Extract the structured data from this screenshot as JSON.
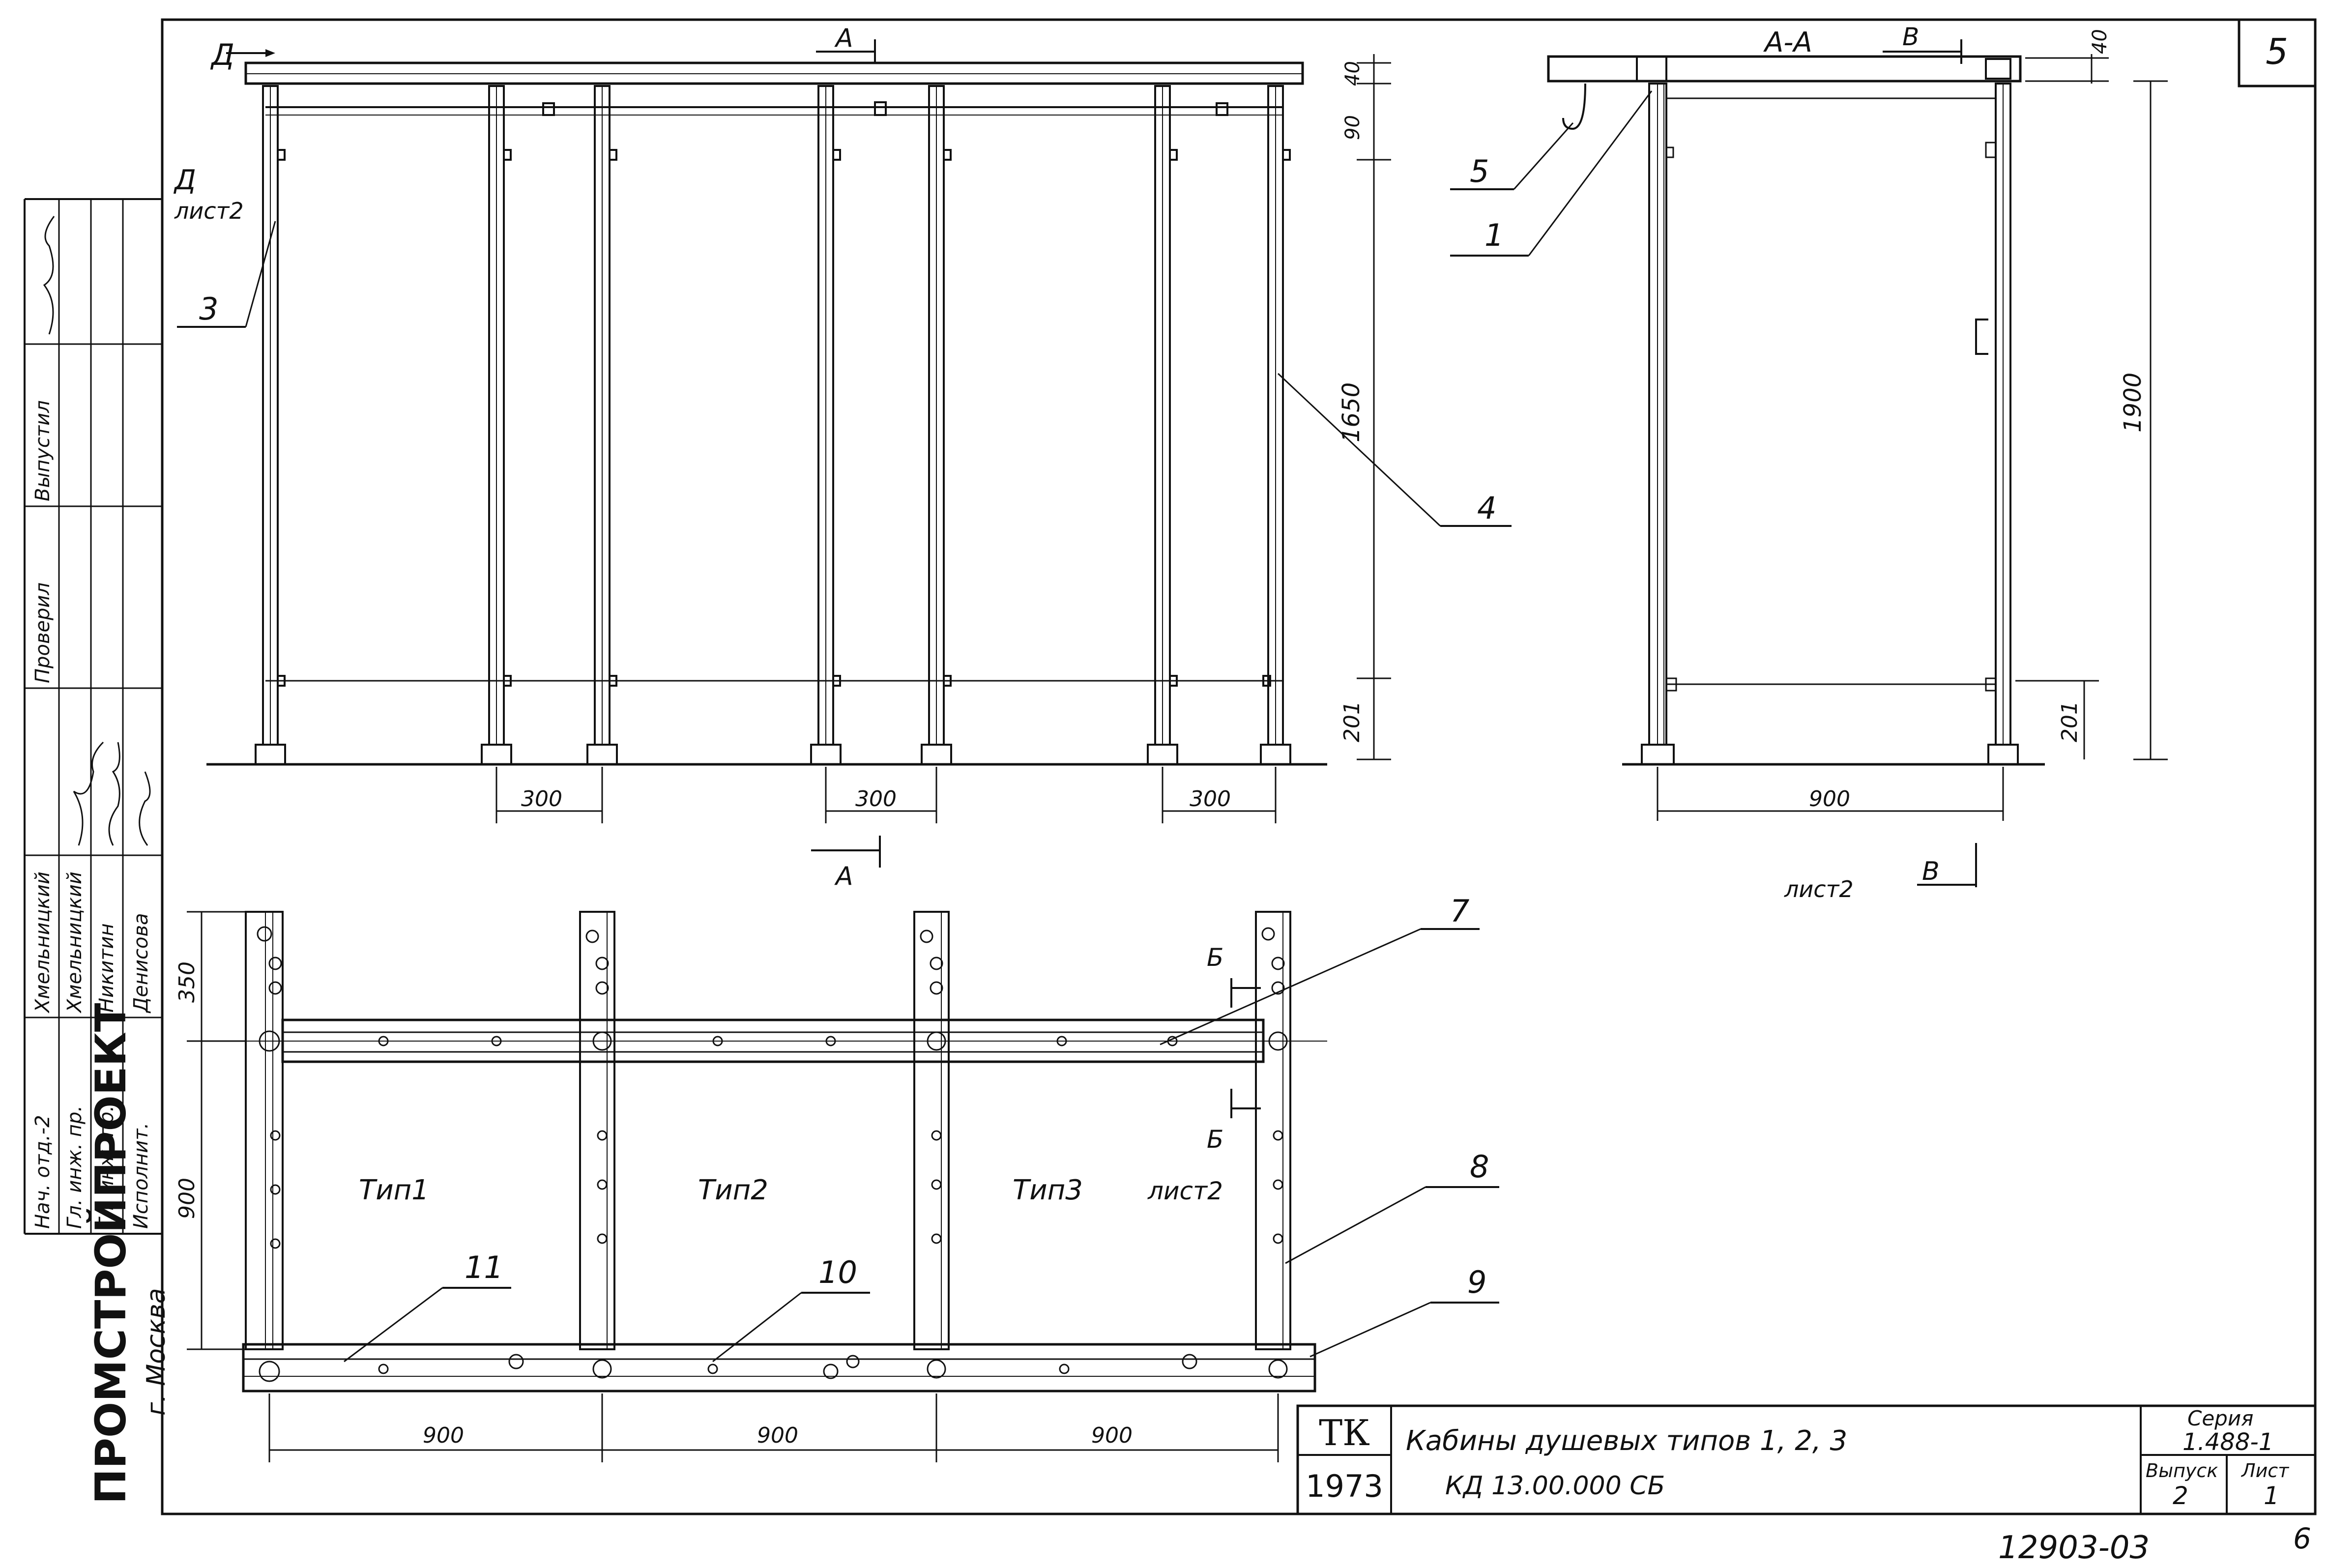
{
  "sheet_number": "5",
  "section_label": "А-А",
  "callouts": {
    "c1": "1",
    "c3": "3",
    "c4": "4",
    "c5": "5",
    "c7": "7",
    "c8": "8",
    "c9": "9",
    "c10": "10",
    "c11": "11"
  },
  "section_marks": {
    "d_left": "Д",
    "d_sheet": "лист2",
    "a_top": "А",
    "a_bottom": "А",
    "b_top": "Б",
    "b_bottom": "Б",
    "v_top": "В",
    "v_sheet": "лист2",
    "v_bottom": "В",
    "type3_sheet": "лист2"
  },
  "dimensions": {
    "d40_front": "40",
    "d90": "90",
    "d1650": "1650",
    "d201_front": "201",
    "d300_1": "300",
    "d300_2": "300",
    "d300_3": "300",
    "d40_side": "40",
    "d1900": "1900",
    "d201_side": "201",
    "d900_side": "900",
    "d350": "350",
    "d900_plan": "900",
    "d900_b1": "900",
    "d900_b2": "900",
    "d900_b3": "900"
  },
  "types": [
    "Тип1",
    "Тип2",
    "Тип3"
  ],
  "title_block": {
    "org_code": "ТК",
    "year": "1973",
    "title": "Кабины душевых типов 1, 2, 3",
    "designation": "КД 13.00.000 СБ",
    "series_label": "Серия",
    "series_value": "1.488-1",
    "issue_label": "Выпуск",
    "issue_value": "2",
    "sheet_label": "Лист",
    "sheet_value": "1"
  },
  "side_stamp": {
    "organization": "ПРОМСТРОЙПРОЕКТ",
    "city": "г. Москва",
    "roles": [
      "Нач. отд.-2",
      "Гл. инж. пр.",
      "Гл. инж. пр.",
      "Исполнит."
    ],
    "names": [
      "Хмельницкий",
      "Хмельницкий",
      "Никитин",
      "Денисова"
    ],
    "extra_roles": [
      "Проверил",
      "Выпустил"
    ]
  },
  "footer": {
    "archive_no": "12903-03",
    "page_no": "6"
  }
}
